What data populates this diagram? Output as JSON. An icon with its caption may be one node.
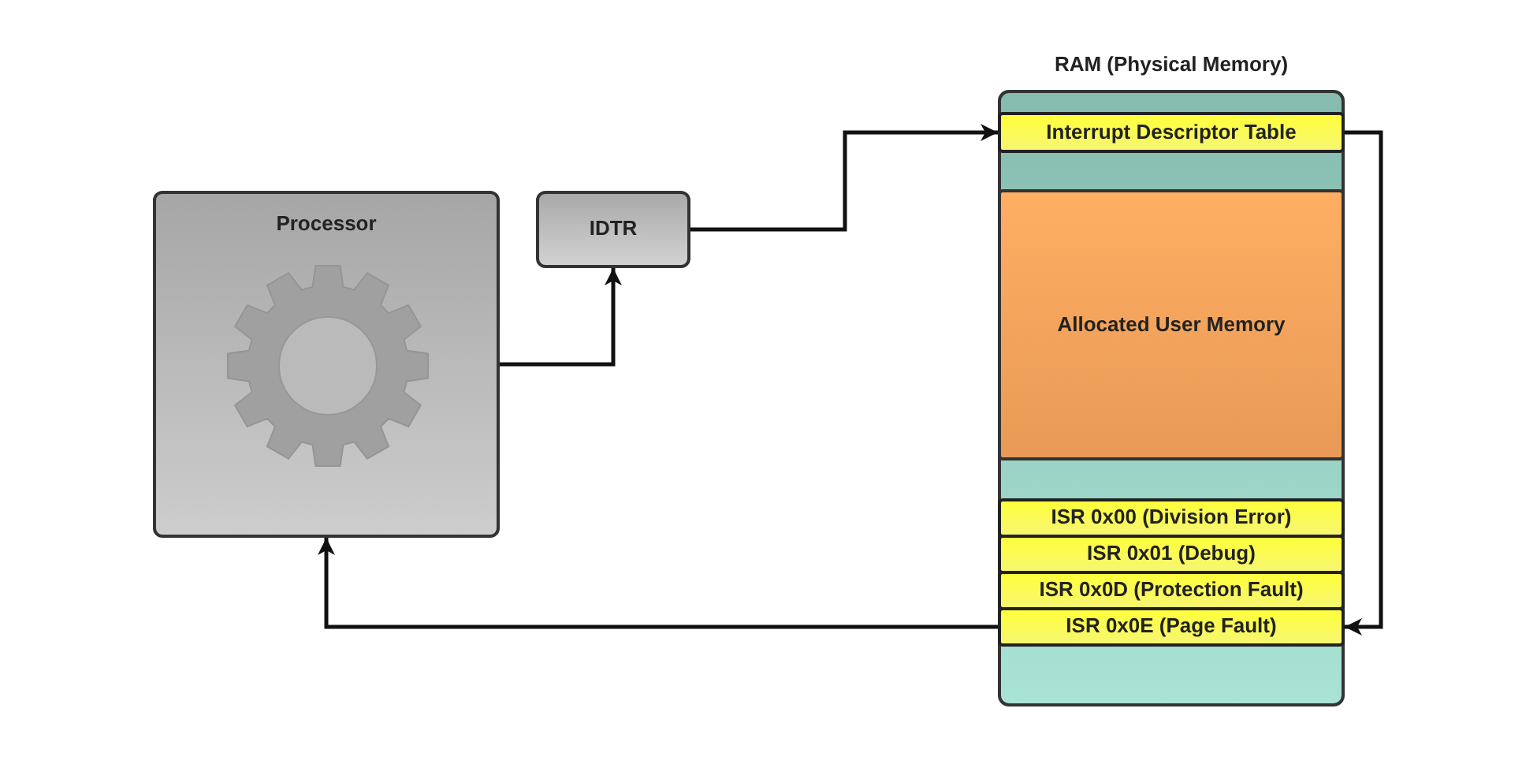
{
  "diagram": {
    "nodes": [
      {
        "text": [
          "Processor"
        ]
      },
      {
        "text": [
          "IDTR"
        ]
      },
      {
        "text": [
          "RAM (Physical Memory)"
        ]
      },
      {
        "text": [
          "Interrupt Descriptor Table"
        ],
        "in": 2
      },
      {
        "text": [
          "Allocated User Memory"
        ],
        "in": 2
      },
      {
        "text": [
          "ISR 0x00 (Division Error)"
        ],
        "in": 2
      },
      {
        "text": [
          "ISR 0x01 (Debug)"
        ],
        "in": 2
      },
      {
        "text": [
          "ISR 0x0D (Protection Fault)"
        ],
        "in": 2
      },
      {
        "text": [
          "ISR 0x0E (Page Fault)"
        ],
        "in": 2
      }
    ],
    "edges": [
      {
        "from": 0,
        "to": 1,
        "arrow": "to"
      },
      {
        "from": 1,
        "to": 3,
        "arrow": "to"
      },
      {
        "from": 3,
        "to": 8,
        "arrow": "to"
      },
      {
        "from": 8,
        "to": 0,
        "arrow": "to"
      }
    ]
  }
}
